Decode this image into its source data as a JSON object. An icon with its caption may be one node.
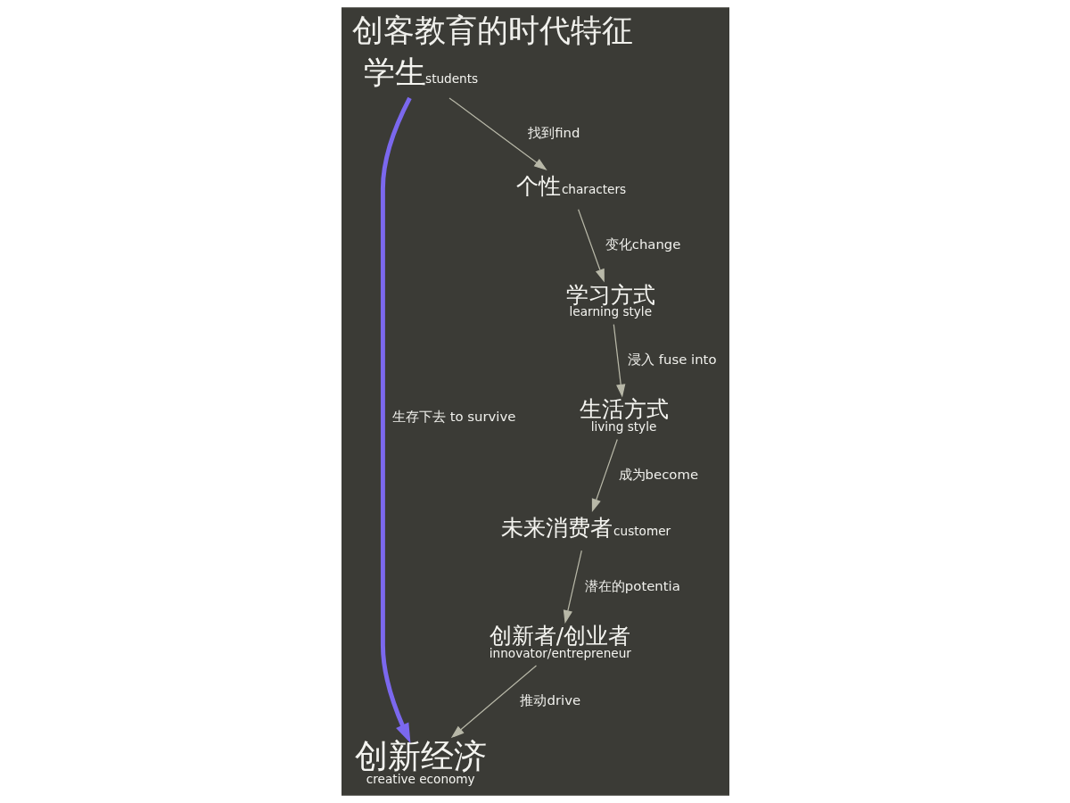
{
  "diagram": {
    "title": "创客教育的时代特征",
    "nodes": [
      {
        "text": [
          "创新经济",
          "creative economy"
        ]
      },
      {
        "text": [
          "学生",
          "students"
        ]
      },
      {
        "text": [
          "个性",
          "characters"
        ]
      },
      {
        "text": [
          "学习方式",
          "learning style"
        ]
      },
      {
        "text": [
          "生活方式",
          "living style"
        ]
      },
      {
        "text": [
          "未来消费者",
          "customer"
        ]
      },
      {
        "text": [
          "创新者/创业者",
          "innovator/entrepreneur"
        ]
      }
    ],
    "edges": [
      {
        "from": 1,
        "to": 0,
        "arrow": "to",
        "label": "生存下去 to survive",
        "style": "thick",
        "color": "#7b68ee"
      },
      {
        "from": 1,
        "to": 2,
        "arrow": "to",
        "label": "找到find"
      },
      {
        "from": 2,
        "to": 3,
        "arrow": "to",
        "label": "变化change"
      },
      {
        "from": 3,
        "to": 4,
        "arrow": "to",
        "label": "浸入 fuse into"
      },
      {
        "from": 4,
        "to": 5,
        "arrow": "to",
        "label": "成为become"
      },
      {
        "from": 5,
        "to": 6,
        "arrow": "to",
        "label": "潜在的potentia"
      },
      {
        "from": 6,
        "to": 0,
        "arrow": "to",
        "label": "推动drive"
      }
    ]
  }
}
